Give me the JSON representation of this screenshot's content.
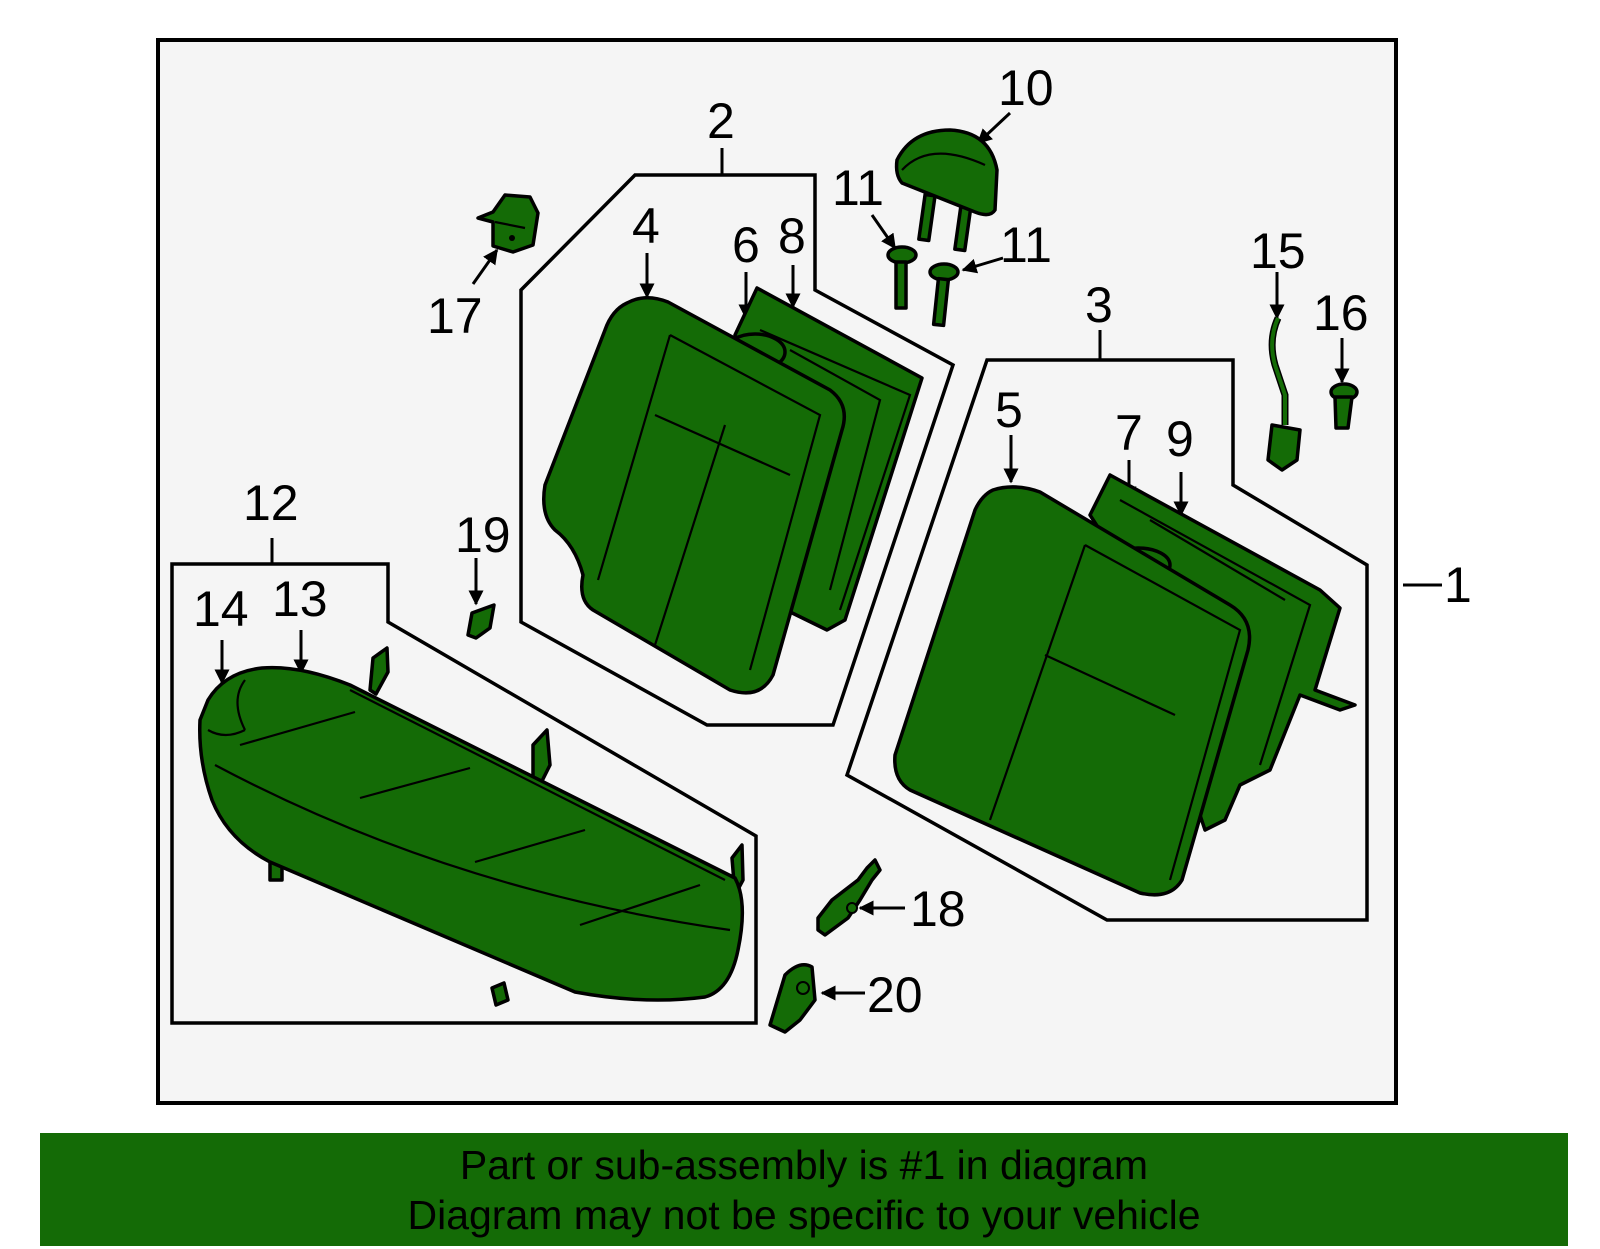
{
  "colors": {
    "part_fill": "#146b06",
    "panel_bg": "#f5f5f5",
    "banner_bg": "#146b06",
    "outline": "#000000"
  },
  "callouts": [
    "1",
    "2",
    "3",
    "4",
    "5",
    "6",
    "7",
    "8",
    "9",
    "10",
    "11",
    "11",
    "12",
    "13",
    "14",
    "15",
    "16",
    "17",
    "18",
    "19",
    "20"
  ],
  "banner": {
    "line1": "Part or sub-assembly is #1 in diagram",
    "line2": "Diagram may not be specific to your vehicle"
  }
}
